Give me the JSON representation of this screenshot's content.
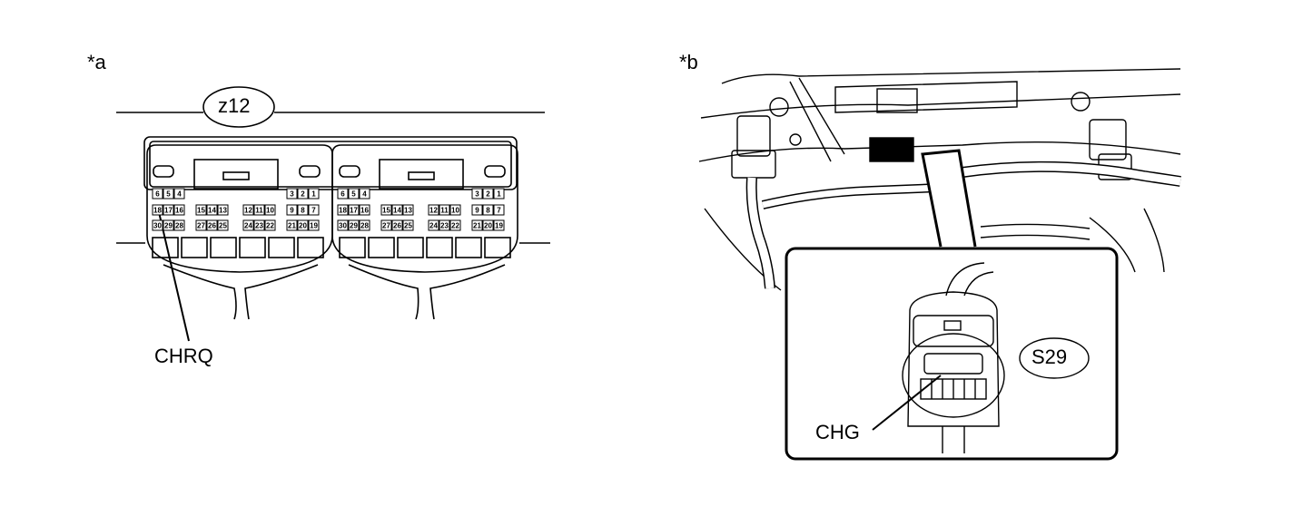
{
  "panels": {
    "a": {
      "id_label": "*a",
      "connector_code": "z12",
      "terminal_label": "CHRQ",
      "pin_rows": [
        [
          "6",
          "5",
          "4",
          "3",
          "2",
          "1"
        ],
        [
          "18",
          "17",
          "16",
          "15",
          "14",
          "13",
          "12",
          "11",
          "10",
          "9",
          "8",
          "7"
        ],
        [
          "30",
          "29",
          "28",
          "27",
          "26",
          "25",
          "24",
          "23",
          "22",
          "21",
          "20",
          "19"
        ]
      ]
    },
    "b": {
      "id_label": "*b",
      "connector_code": "S29",
      "terminal_label": "CHG"
    }
  }
}
